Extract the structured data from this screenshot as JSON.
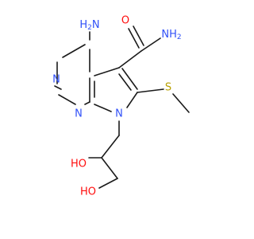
{
  "colors": {
    "nitrogen": "#3050F8",
    "oxygen": "#FF0D0D",
    "sulfur": "#B8A000",
    "bond": "#1a1a1a"
  },
  "atoms": {
    "amino_n": "H",
    "amino_sub": "2",
    "amino_tail": "N",
    "amide_o": "O",
    "amide_n": "NH",
    "amide_sub": "2",
    "ring_n1": "N",
    "ring_n3": "N",
    "ring_n7": "N",
    "sulfur": "S",
    "oh1": "HO",
    "oh2": "HO"
  }
}
